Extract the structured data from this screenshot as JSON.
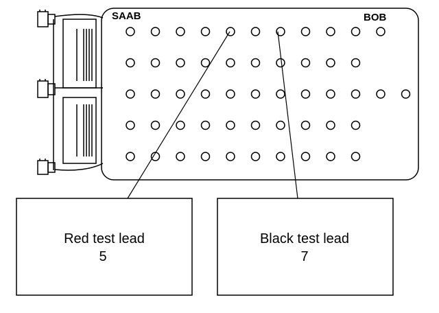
{
  "board": {
    "brand_label": "SAAB",
    "model_label": "BOB",
    "pin_rows": [
      11,
      10,
      12,
      10,
      10
    ]
  },
  "callouts": [
    {
      "title": "Red test lead",
      "pin": "5"
    },
    {
      "title": "Black test lead",
      "pin": "7"
    }
  ],
  "colors": {
    "stroke": "#000000",
    "background": "#ffffff"
  }
}
